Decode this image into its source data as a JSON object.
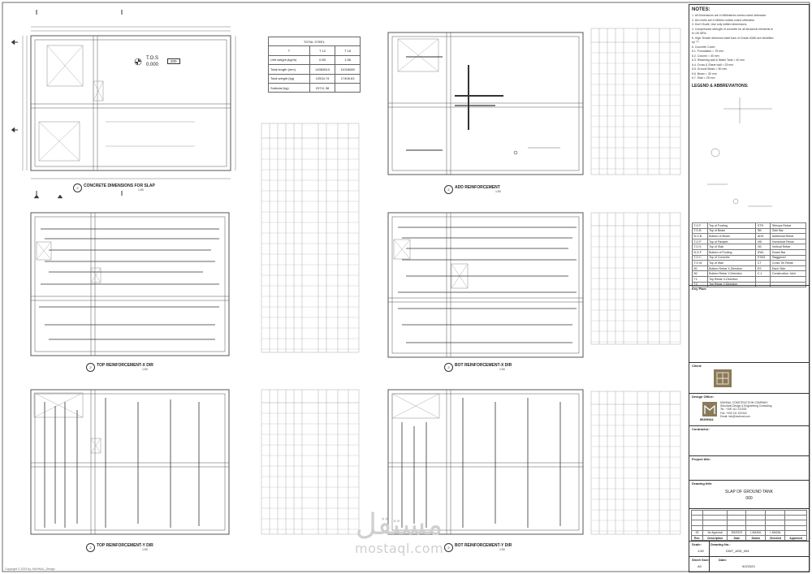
{
  "panels": {
    "concrete_dims": {
      "number": "2",
      "title": "CONCRETE DIMENSIONS FOR SLAP",
      "scale": "1:50"
    },
    "add_reinf": {
      "number": "2",
      "title": "ADD REINFORCEMENT",
      "scale": "1:50"
    },
    "top_x": {
      "number": "2",
      "title": "TOP REINFORCEMENT-X DIR",
      "scale": "1:50"
    },
    "bot_x": {
      "number": "2",
      "title": "BOT REINFORCEMENT-X DIR",
      "scale": "1:50"
    },
    "top_y": {
      "number": "2",
      "title": "TOP REINFORCEMENT-Y DIR",
      "scale": "1:50"
    },
    "bot_y": {
      "number": "2",
      "title": "BOT REINFORCEMENT-Y DIR",
      "scale": "1:50"
    }
  },
  "level_marker": {
    "label": "T.O.S",
    "value": "0.000",
    "tag": "200"
  },
  "total_steel": {
    "title": "TOTAL STEEL",
    "headers": [
      "T",
      "T 12",
      "T 16"
    ],
    "rows": [
      {
        "label": "Unit weight (kg/m)",
        "t12": "0.89",
        "t16": "1.58"
      },
      {
        "label": "Total length (mm)",
        "t12": "14082810",
        "t16": "11018080"
      },
      {
        "label": "Total weight (kg)",
        "t12": "12534.74",
        "t16": "17408.63"
      },
      {
        "label": "Subtotal (kg)",
        "t12": "29711.38",
        "t16": ""
      }
    ]
  },
  "notes": {
    "heading": "NOTES:",
    "items": [
      "1.    All Dimensions are in Millimetres unless noted otherwise.",
      "2.    All Levels are in Metres unless noted otherwise.",
      "3.    Don't Scale, Use only written dimensions.",
      "4.    Compressive strength of concrete for all structural elements is",
      "       fc'=30 MPa.",
      "5.    High-Tensile deformed steel bars of Grade 40/60 are identified",
      "       by \"T\".",
      "6.    Concrete Cover:",
      "  6.1.   Foundation = 75 mm",
      "  6.2.   Column = 40 mm",
      "  6.3.   Retaining wall & Water Tank = 40 mm",
      "  6.4.   Cross & Shear wall = 25 mm",
      "  6.5.   Ground Beam = 50 mm",
      "  6.6.   Beam = 30 mm",
      "  6.7.   Slab = 25 mm"
    ]
  },
  "legend": {
    "heading": "LEGEND & ABBREVIATIONS:",
    "abbreviations": [
      [
        "T.O.F",
        "Top of Footing",
        "STR",
        "Stirrups Rebar"
      ],
      [
        "T.O.B",
        "Top of Beam",
        "SB",
        "Side Bar"
      ],
      [
        "B.O.B",
        "Bottom of Beam",
        "ADD",
        "Additional Rebar"
      ],
      [
        "T.O.P",
        "Top of Parapet",
        "HB",
        "Horizontal Rebar"
      ],
      [
        "T.O.S",
        "Top of Slab",
        "VB",
        "Vertical Rebar"
      ],
      [
        "B.O.F",
        "Bottom of Footing",
        "DWL",
        "Dowel Bar"
      ],
      [
        "T.O.C",
        "Top of Concrete",
        "STAG",
        "Staggered"
      ],
      [
        "T.O.W",
        "Top of Wall",
        "CT",
        "Cross Tie Rebar"
      ],
      [
        "B1",
        "Bottom Rebar X-Direction",
        "ES",
        "Each Side"
      ],
      [
        "B2",
        "Bottom Rebar Y-Direction",
        "C.J",
        "Construction Joint"
      ],
      [
        "T1",
        "Top Rebar X-Direction",
        "",
        ""
      ],
      [
        "T2",
        "Top Rebar Y-Direction",
        "",
        ""
      ]
    ]
  },
  "titleblock": {
    "key_plan": "Key Plan:",
    "client": "Client:",
    "design_office": "Design Office:",
    "office_name": "MUHNAL",
    "office_lines": [
      "MUHNAL CONSTRUCTION COMPANY",
      "Structural Design & Engineering Consulting",
      "Tel.: +000 111 222333",
      "Fax: +000 111 222444",
      "Email: info@muhnal.com"
    ],
    "contractor": "Contractor:",
    "project_title": "Project title:",
    "drawing_title_label": "Drawing title:",
    "drawing_title": "SLAP OF GROUND TANK",
    "drawing_subtitle": "000",
    "revision": {
      "rows": [
        [
          "00",
          "for Approval",
          "9/2/2023",
          "I. MAZAL",
          "I. MAZAL",
          ""
        ]
      ],
      "headers": [
        "Rev.",
        "Description",
        "Date",
        "Drawn",
        "Checked",
        "Approved"
      ]
    },
    "scale_label": "Scale:",
    "scale_value": "1:50",
    "drawing_no_label": "Drawing No.:",
    "drawing_no": "DWT_ASD_004",
    "sheet_size_label": "Sheet Size:",
    "sheet_size": "A0",
    "date_label": "Date:",
    "date": "9/2/2023"
  },
  "watermark": {
    "arabic": "مستقل",
    "latin": "mostaql.com"
  },
  "copyright": "Copyright © 2023 by: MUHNAL_Design"
}
